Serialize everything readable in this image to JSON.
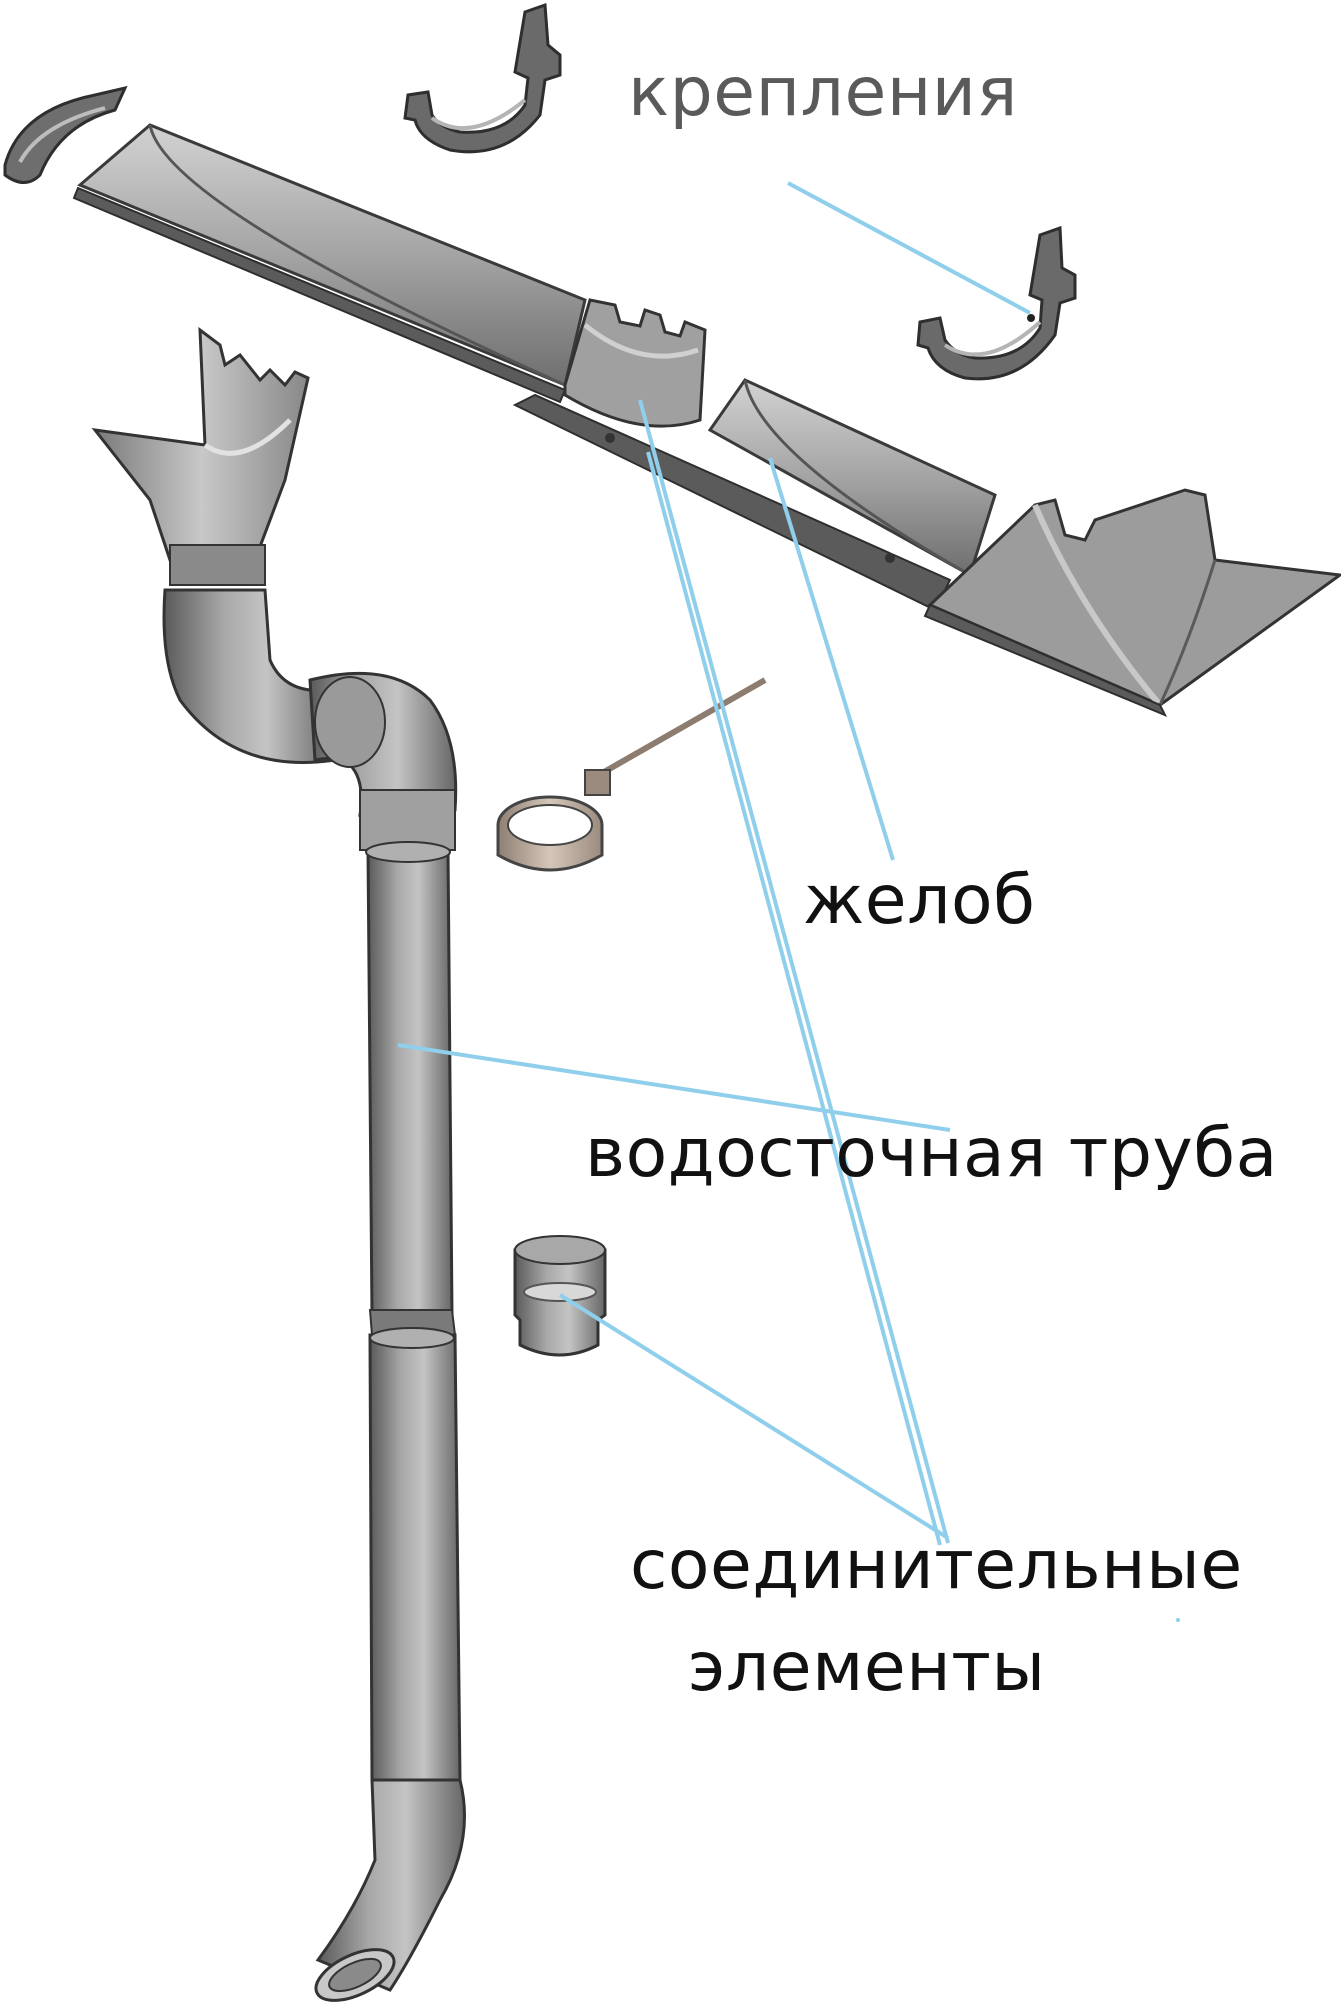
{
  "labels": {
    "fasteners": "крепления",
    "gutter": "желоб",
    "downpipe": "водосточная труба",
    "connectors_line1": "соединительные",
    "connectors_line2": "элементы"
  },
  "colors": {
    "background": "#ffffff",
    "leader_line": "#8fcfec",
    "metal_light": "#b9b9b9",
    "metal_mid": "#8f8f8f",
    "metal_dark": "#4a4a4a",
    "text": "#111111",
    "text_muted": "#5a5a5a",
    "pipe_clamp": "#b8a89a"
  }
}
